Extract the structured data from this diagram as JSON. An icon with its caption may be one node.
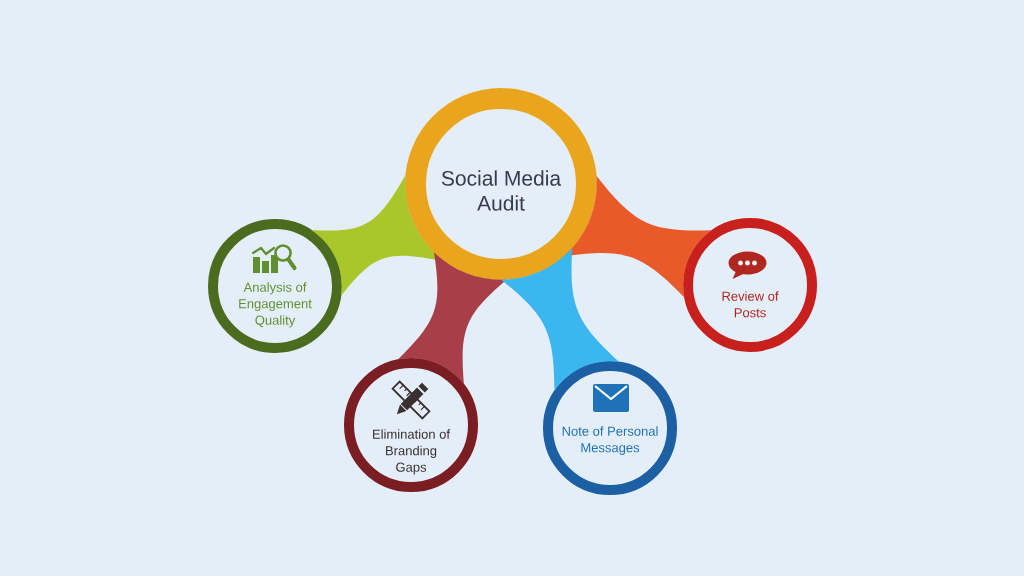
{
  "diagram": {
    "nodes": [
      {
        "text": [
          "Social Media Audit"
        ]
      },
      {
        "text": [
          "Analysis of Engagement Quality"
        ]
      },
      {
        "text": [
          "Review of Posts"
        ]
      },
      {
        "text": [
          "Elimination of Branding Gaps"
        ]
      },
      {
        "text": [
          "Note of Personal Messages"
        ]
      }
    ],
    "edges": [
      {
        "from": 0,
        "to": 1,
        "arrow": "none",
        "color": "#a9c72b"
      },
      {
        "from": 0,
        "to": 2,
        "arrow": "none",
        "color": "#e85a2a"
      },
      {
        "from": 0,
        "to": 3,
        "arrow": "none",
        "color": "#a83e48"
      },
      {
        "from": 0,
        "to": 4,
        "arrow": "none",
        "color": "#3bb6ef"
      }
    ]
  }
}
